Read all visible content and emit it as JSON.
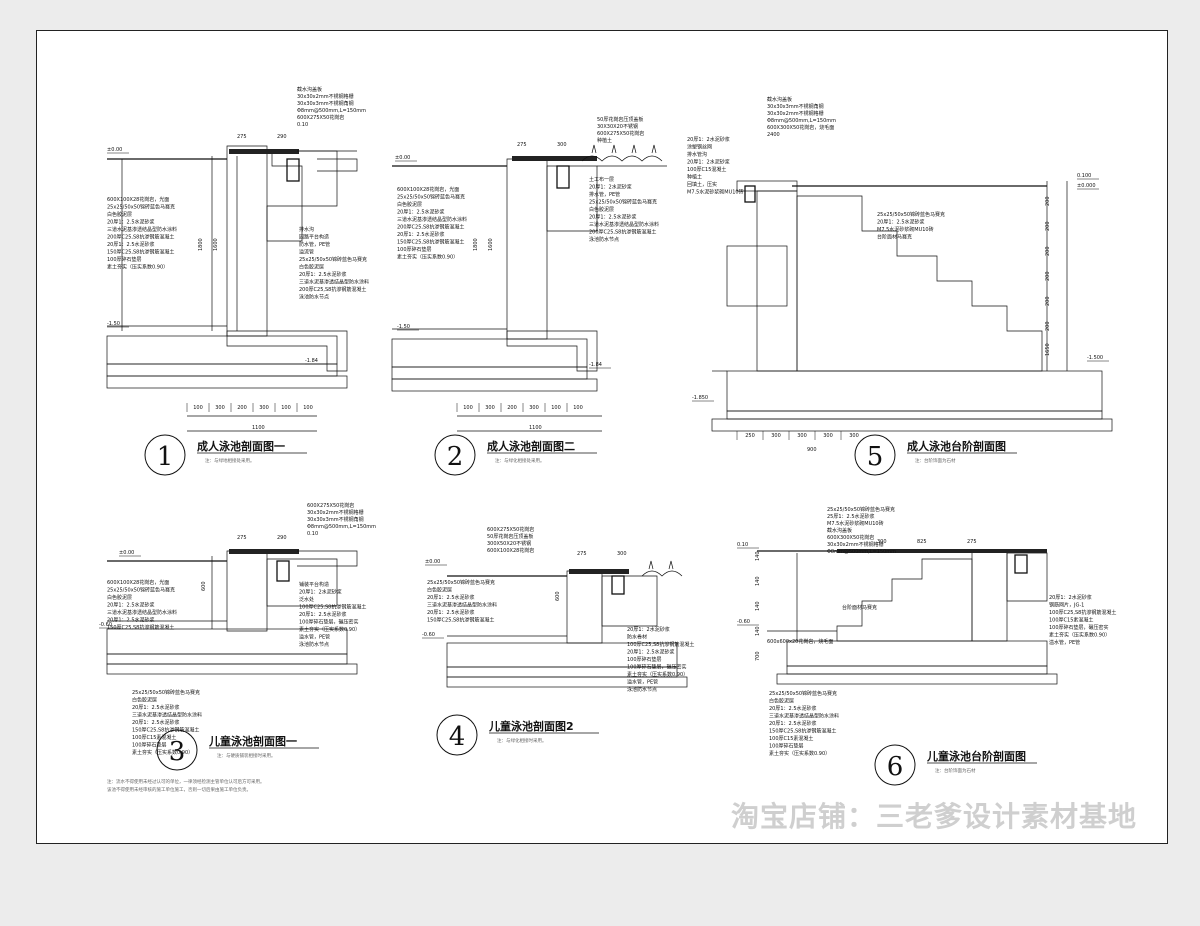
{
  "watermark": "淘宝店铺：三老爹设计素材基地",
  "footnote_lines": [
    "注：流水不得使用未经过认可的单位，一律须经检测主管单位认可后方可采用。",
    "该池不得使用未经审核的施工单位施工，否则一切后果由施工单位负责。"
  ],
  "sections": [
    {
      "number": "1",
      "title": "成人泳池剖面图一",
      "note": "注：与绿地相接处采用。",
      "levels": [
        "±0.00",
        "-1.50",
        "-1.84"
      ],
      "top_labels": [
        "截水沟盖板",
        "30x30x2mm不锈钢格栅",
        "30x30x3mm不锈钢角钢",
        "Φ8mm@500mm,L=150mm",
        "600X275X50花岗岩",
        "0.10"
      ],
      "left_labels": [
        "600X100X28花岗岩，光面",
        "25x25/50x50锦砖蓝色马赛克",
        "白色胶泥层",
        "20厚1：2.5水泥砂浆",
        "三道水泥基渗透结晶型防水涂料",
        "200厚C25,S8抗渗钢筋混凝土",
        "20厚1：2.5水泥砂浆",
        "150厚C25,S8抗渗钢筋混凝土",
        "100厚碎石垫层",
        "素土夯实（压实系数0.90）"
      ],
      "right_labels": [
        "排水沟",
        "园路平台构造",
        "防水管，PE管",
        "溢流管",
        "25x25/50x50锦砖蓝色马赛克",
        "白色胶泥层",
        "20厚1：2.5水泥砂浆",
        "三道水泥基渗透结晶型防水涂料",
        "200厚C25,S8抗渗钢筋混凝土",
        "泳池防水节点"
      ],
      "dims_top": [
        "275",
        "290"
      ],
      "dims_side": [
        "1600",
        "1800"
      ],
      "dims_bottom": [
        "100",
        "300",
        "200",
        "300",
        "100",
        "100"
      ],
      "dim_total": "1100"
    },
    {
      "number": "2",
      "title": "成人泳池剖面图二",
      "note": "注：与绿化相接处采用。",
      "levels": [
        "±0.00",
        "-1.50",
        "-1.84"
      ],
      "top_labels": [
        "50厚花岗岩压顶盖板",
        "30X30X20不锈钢",
        "600X275X50花岗岩",
        "种植土"
      ],
      "left_labels": [
        "600X100X28花岗岩，光面",
        "25x25/50x50锦砖蓝色马赛克",
        "白色胶泥层",
        "20厚1：2.5水泥砂浆",
        "三道水泥基渗透结晶型防水涂料",
        "200厚C25,S8抗渗钢筋混凝土",
        "20厚1：2.5水泥砂浆",
        "150厚C25,S8抗渗钢筋混凝土",
        "100厚碎石垫层",
        "素土夯实（压实系数0.90）"
      ],
      "right_labels": [
        "土工布一层",
        "20厚1：2水泥砂浆",
        "排水管，PE管",
        "25x25/50x50锦砖蓝色马赛克",
        "白色胶泥层",
        "20厚1：2.5水泥砂浆",
        "三道水泥基渗透结晶型防水涂料",
        "200厚C25,S8抗渗钢筋混凝土",
        "泳池防水节点"
      ],
      "dims_top": [
        "275",
        "300"
      ],
      "dims_side": [
        "1600",
        "1800"
      ],
      "dims_bottom": [
        "100",
        "300",
        "200",
        "300",
        "100",
        "100"
      ],
      "dim_total": "1100"
    },
    {
      "number": "5",
      "title": "成人泳池台阶剖面图",
      "note": "注：台阶饰面为石材",
      "levels": [
        "0.100",
        "±0.000",
        "-1.500",
        "-1.850"
      ],
      "top_labels": [
        "截水沟盖板",
        "30x30x3mm不锈钢角钢",
        "30x30x2mm不锈钢格栅",
        "Φ8mm@500mm,L=150mm",
        "600X300X50花岗岩，烧毛面",
        "2400"
      ],
      "left_labels": [
        "20厚1：2水泥砂浆",
        "涂塑钢丝网",
        "排水管沟",
        "20厚1：2水泥砂浆",
        "100厚C15混凝土",
        "种植土",
        "回填土，压实",
        "M7.5水泥砂浆砌MU10砖"
      ],
      "right_labels": [
        "25x25/50x50锦砖蓝色马赛克",
        "20厚1：2.5水泥砂浆",
        "M7.5水泥砂浆砌MU10砖",
        "台阶面材马赛克"
      ],
      "dims_side": [
        "200",
        "200",
        "200",
        "200",
        "200",
        "200",
        "1650"
      ],
      "dims_bottom": [
        "250",
        "300",
        "300",
        "300",
        "300"
      ],
      "dim_total": "900"
    },
    {
      "number": "3",
      "title": "儿童泳池剖面图一",
      "note": "注：与硬质铺装相接时采用。",
      "levels": [
        "±0.00",
        "-0.60"
      ],
      "top_labels": [
        "600X275X50花岗岩",
        "30x30x2mm不锈钢格栅",
        "30x30x3mm不锈钢角钢",
        "Φ8mm@500mm,L=150mm",
        "0.10"
      ],
      "left_labels": [
        "600X100X28花岗岩，光面",
        "25x25/50x50锦砖蓝色马赛克",
        "白色胶泥层",
        "20厚1：2.5水泥砂浆",
        "三道水泥基渗透结晶型防水涂料",
        "20厚1：2.5水泥砂浆",
        "150厚C25,S8抗渗钢筋混凝土"
      ],
      "right_labels": [
        "铺装平台构造",
        "20厚1：2水泥砂浆",
        "泛水处",
        "100厚C25,S8抗渗钢筋混凝土",
        "20厚1：2.5水泥砂浆",
        "100厚碎石垫层，碾压密实",
        "素土夯实（压实系数0.90）",
        "溢水管，PE管",
        "泳池防水节点"
      ],
      "bottom_labels": [
        "25x25/50x50锦砖蓝色马赛克",
        "白色胶泥层",
        "20厚1：2.5水泥砂浆",
        "三道水泥基渗透结晶型防水涂料",
        "20厚1：2.5水泥砂浆",
        "150厚C25,S8抗渗钢筋混凝土",
        "100厚C15素混凝土",
        "100厚碎石垫层",
        "素土夯实（压实系数0.90）"
      ],
      "dims_top": [
        "275",
        "290"
      ],
      "dims_side": [
        "600"
      ]
    },
    {
      "number": "4",
      "title": "儿童泳池剖面图2",
      "note": "注：与绿化相接时采用。",
      "levels": [
        "±0.00",
        "-0.60"
      ],
      "top_labels": [
        "600X275X50花岗岩",
        "50厚花岗岩压顶盖板",
        "300X50X20不锈钢",
        "600X100X28花岗岩"
      ],
      "left_labels": [
        "25x25/50x50锦砖蓝色马赛克",
        "白色胶泥层",
        "20厚1：2.5水泥砂浆",
        "三道水泥基渗透结晶型防水涂料",
        "20厚1：2.5水泥砂浆",
        "150厚C25,S8抗渗钢筋混凝土"
      ],
      "right_labels": [
        "20厚1：2水泥砂浆",
        "防水卷材",
        "100厚C25,S8抗渗钢筋混凝土",
        "20厚1：2.5水泥砂浆",
        "100厚碎石垫层",
        "100厚碎石垫层，碾压密实",
        "素土夯实（压实系数0.90）",
        "溢水管，PE管",
        "泳池防水节点"
      ],
      "dims_top": [
        "275",
        "300"
      ],
      "dims_side": [
        "600"
      ]
    },
    {
      "number": "6",
      "title": "儿童泳池台阶剖面图",
      "note": "注：台阶饰面为石材",
      "levels": [
        "0.10",
        "-0.60"
      ],
      "top_labels": [
        "25x25/50x50锦砖蓝色马赛克",
        "25厚1：2.5水泥砂浆",
        "M7.5水泥砂浆砌MU10砖",
        "截水沟盖板",
        "600X300X50花岗岩",
        "30x30x2mm不锈钢格栅",
        "Φ8mm@500mm,L=150mm"
      ],
      "right_labels": [
        "20厚1：2水泥砂浆",
        "钢筋网片，JG-1",
        "100厚C25,S8抗渗钢筋混凝土",
        "100厚C15素混凝土",
        "100厚碎石垫层，碾压密实",
        "素土夯实（压实系数0.90）",
        "溢水管，PE管"
      ],
      "bottom_labels": [
        "25x25/50x50锦砖蓝色马赛克",
        "白色胶泥层",
        "20厚1：2.5水泥砂浆",
        "三道水泥基渗透结晶型防水涂料",
        "20厚1：2.5水泥砂浆",
        "150厚C25,S8抗渗钢筋混凝土",
        "100厚C15素混凝土",
        "100厚碎石垫层",
        "素土夯实（压实系数0.90）"
      ],
      "step_label": "台阶面材马赛克",
      "edge_label": "600x600x20花岗岩，烧毛面",
      "dims_top": [
        "300",
        "825",
        "275"
      ],
      "dims_side": [
        "140",
        "140",
        "140",
        "140",
        "700"
      ]
    }
  ]
}
